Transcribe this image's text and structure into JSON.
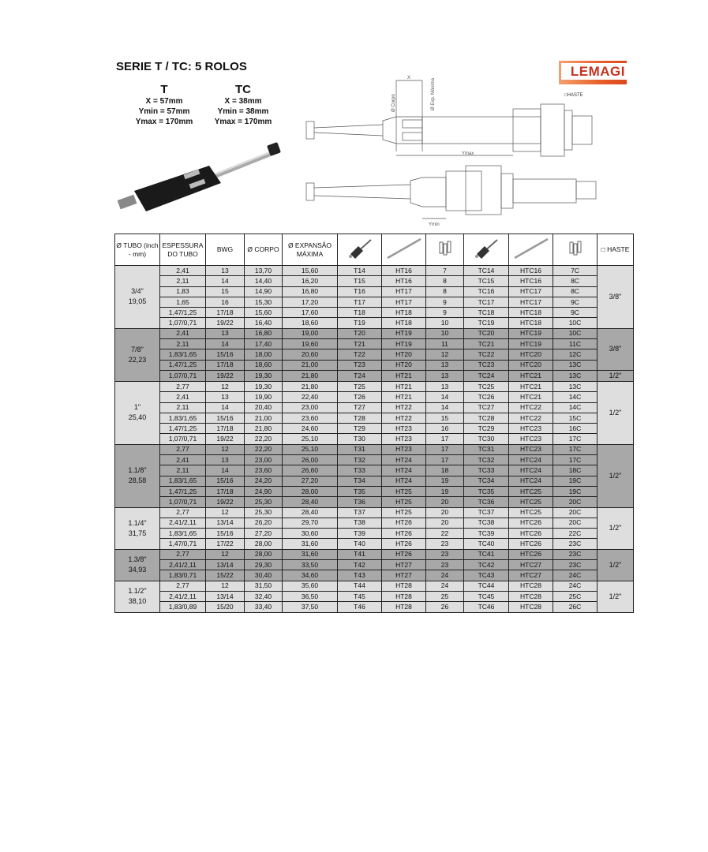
{
  "title": "SERIE T / TC: 5 ROLOS",
  "logo": "LEMAGI",
  "specs": [
    {
      "name": "T",
      "x": "X = 57mm",
      "ymin": "Ymin = 57mm",
      "ymax": "Ymax = 170mm"
    },
    {
      "name": "TC",
      "x": "X = 38mm",
      "ymin": "Ymin = 38mm",
      "ymax": "Ymax = 170mm"
    }
  ],
  "drawing": {
    "x": "X",
    "corpo": "Ø Corpo",
    "exp": "Ø Exp. Máxima",
    "ymax": "Ymax",
    "ymin": "Ymin",
    "haste": "□HASTE"
  },
  "table": {
    "headers": [
      "Ø TUBO (inch - mm)",
      "ESPESSURA DO TUBO",
      "BWG",
      "Ø CORPO",
      "Ø EXPANSÃO MÁXIMA",
      "",
      "",
      "",
      "",
      "",
      "",
      "□ HASTE"
    ],
    "header_icons": [
      "expander-t-icon",
      "mandrel-ht-icon",
      "rollers-icon",
      "expander-tc-icon",
      "mandrel-htc-icon",
      "rollers-c-icon"
    ],
    "groups": [
      {
        "tube": "3/4\"",
        "mm": "19,05",
        "shade": "light",
        "haste": [
          [
            "3/8\"",
            6
          ]
        ],
        "rows": [
          [
            "2,41",
            "13",
            "13,70",
            "15,60",
            "T14",
            "HT16",
            "7",
            "TC14",
            "HTC16",
            "7C"
          ],
          [
            "2,11",
            "14",
            "14,40",
            "16,20",
            "T15",
            "HT16",
            "8",
            "TC15",
            "HTC16",
            "8C"
          ],
          [
            "1,83",
            "15",
            "14,90",
            "16,80",
            "T16",
            "HT17",
            "8",
            "TC16",
            "HTC17",
            "8C"
          ],
          [
            "1,65",
            "16",
            "15,30",
            "17,20",
            "T17",
            "HT17",
            "9",
            "TC17",
            "HTC17",
            "9C"
          ],
          [
            "1,47/1,25",
            "17/18",
            "15,60",
            "17,60",
            "T18",
            "HT18",
            "9",
            "TC18",
            "HTC18",
            "9C"
          ],
          [
            "1,07/0,71",
            "19/22",
            "16,40",
            "18,60",
            "T19",
            "HT18",
            "10",
            "TC19",
            "HTC18",
            "10C"
          ]
        ]
      },
      {
        "tube": "7/8\"",
        "mm": "22,23",
        "shade": "dark",
        "haste": [
          [
            "3/8\"",
            4
          ],
          [
            "1/2\"",
            1
          ]
        ],
        "rows": [
          [
            "2,41",
            "13",
            "16,80",
            "19,00",
            "T20",
            "HT19",
            "10",
            "TC20",
            "HTC19",
            "10C"
          ],
          [
            "2,11",
            "14",
            "17,40",
            "19,60",
            "T21",
            "HT19",
            "11",
            "TC21",
            "HTC19",
            "11C"
          ],
          [
            "1,83/1,65",
            "15/16",
            "18,00",
            "20,60",
            "T22",
            "HT20",
            "12",
            "TC22",
            "HTC20",
            "12C"
          ],
          [
            "1,47/1,25",
            "17/18",
            "18,60",
            "21,00",
            "T23",
            "HT20",
            "13",
            "TC23",
            "HTC20",
            "13C"
          ],
          [
            "1,07/0,71",
            "19/22",
            "19,30",
            "21,80",
            "T24",
            "HT21",
            "13",
            "TC24",
            "HTC21",
            "13C"
          ]
        ]
      },
      {
        "tube": "1\"",
        "mm": "25,40",
        "shade": "light",
        "haste": [
          [
            "1/2\"",
            6
          ]
        ],
        "rows": [
          [
            "2,77",
            "12",
            "19,30",
            "21,80",
            "T25",
            "HT21",
            "13",
            "TC25",
            "HTC21",
            "13C"
          ],
          [
            "2,41",
            "13",
            "19,90",
            "22,40",
            "T26",
            "HT21",
            "14",
            "TC26",
            "HTC21",
            "14C"
          ],
          [
            "2,11",
            "14",
            "20,40",
            "23,00",
            "T27",
            "HT22",
            "14",
            "TC27",
            "HTC22",
            "14C"
          ],
          [
            "1,83/1,65",
            "15/16",
            "21,00",
            "23,60",
            "T28",
            "HT22",
            "15",
            "TC28",
            "HTC22",
            "15C"
          ],
          [
            "1,47/1,25",
            "17/18",
            "21,80",
            "24,60",
            "T29",
            "HT23",
            "16",
            "TC29",
            "HTC23",
            "16C"
          ],
          [
            "1,07/0,71",
            "19/22",
            "22,20",
            "25,10",
            "T30",
            "HT23",
            "17",
            "TC30",
            "HTC23",
            "17C"
          ]
        ]
      },
      {
        "tube": "1.1/8\"",
        "mm": "28,58",
        "shade": "dark",
        "haste": [
          [
            "1/2\"",
            6
          ]
        ],
        "rows": [
          [
            "2,77",
            "12",
            "22,20",
            "25,10",
            "T31",
            "HT23",
            "17",
            "TC31",
            "HTC23",
            "17C"
          ],
          [
            "2,41",
            "13",
            "23,00",
            "26,00",
            "T32",
            "HT24",
            "17",
            "TC32",
            "HTC24",
            "17C"
          ],
          [
            "2,11",
            "14",
            "23,60",
            "26,60",
            "T33",
            "HT24",
            "18",
            "TC33",
            "HTC24",
            "18C"
          ],
          [
            "1,83/1,65",
            "15/16",
            "24,20",
            "27,20",
            "T34",
            "HT24",
            "19",
            "TC34",
            "HTC24",
            "19C"
          ],
          [
            "1,47/1,25",
            "17/18",
            "24,90",
            "28,00",
            "T35",
            "HT25",
            "19",
            "TC35",
            "HTC25",
            "19C"
          ],
          [
            "1,07/0,71",
            "19/22",
            "25,30",
            "28,40",
            "T36",
            "HT25",
            "20",
            "TC36",
            "HTC25",
            "20C"
          ]
        ]
      },
      {
        "tube": "1.1/4\"",
        "mm": "31,75",
        "shade": "light",
        "haste": [
          [
            "1/2\"",
            4
          ]
        ],
        "rows": [
          [
            "2,77",
            "12",
            "25,30",
            "28,40",
            "T37",
            "HT25",
            "20",
            "TC37",
            "HTC25",
            "20C"
          ],
          [
            "2,41/2,11",
            "13/14",
            "26,20",
            "29,70",
            "T38",
            "HT26",
            "20",
            "TC38",
            "HTC26",
            "20C"
          ],
          [
            "1,83/1,65",
            "15/16",
            "27,20",
            "30,60",
            "T39",
            "HT26",
            "22",
            "TC39",
            "HTC26",
            "22C"
          ],
          [
            "1,47/0,71",
            "17/22",
            "28,00",
            "31,60",
            "T40",
            "HT26",
            "23",
            "TC40",
            "HTC26",
            "23C"
          ]
        ]
      },
      {
        "tube": "1.3/8\"",
        "mm": "34,93",
        "shade": "dark",
        "haste": [
          [
            "1/2\"",
            3
          ]
        ],
        "rows": [
          [
            "2,77",
            "12",
            "28,00",
            "31,60",
            "T41",
            "HT26",
            "23",
            "TC41",
            "HTC26",
            "23C"
          ],
          [
            "2,41/2,11",
            "13/14",
            "29,30",
            "33,50",
            "T42",
            "HT27",
            "23",
            "TC42",
            "HTC27",
            "23C"
          ],
          [
            "1,83/0,71",
            "15/22",
            "30,40",
            "34,60",
            "T43",
            "HT27",
            "24",
            "TC43",
            "HTC27",
            "24C"
          ]
        ]
      },
      {
        "tube": "1.1/2\"",
        "mm": "38,10",
        "shade": "light",
        "haste": [
          [
            "1/2\"",
            3
          ]
        ],
        "rows": [
          [
            "2,77",
            "12",
            "31,50",
            "35,60",
            "T44",
            "HT28",
            "24",
            "TC44",
            "HTC28",
            "24C"
          ],
          [
            "2,41/2,11",
            "13/14",
            "32,40",
            "36,50",
            "T45",
            "HT28",
            "25",
            "TC45",
            "HTC28",
            "25C"
          ],
          [
            "1,83/0,89",
            "15/20",
            "33,40",
            "37,50",
            "T46",
            "HT28",
            "26",
            "TC46",
            "HTC28",
            "26C"
          ]
        ]
      }
    ]
  }
}
